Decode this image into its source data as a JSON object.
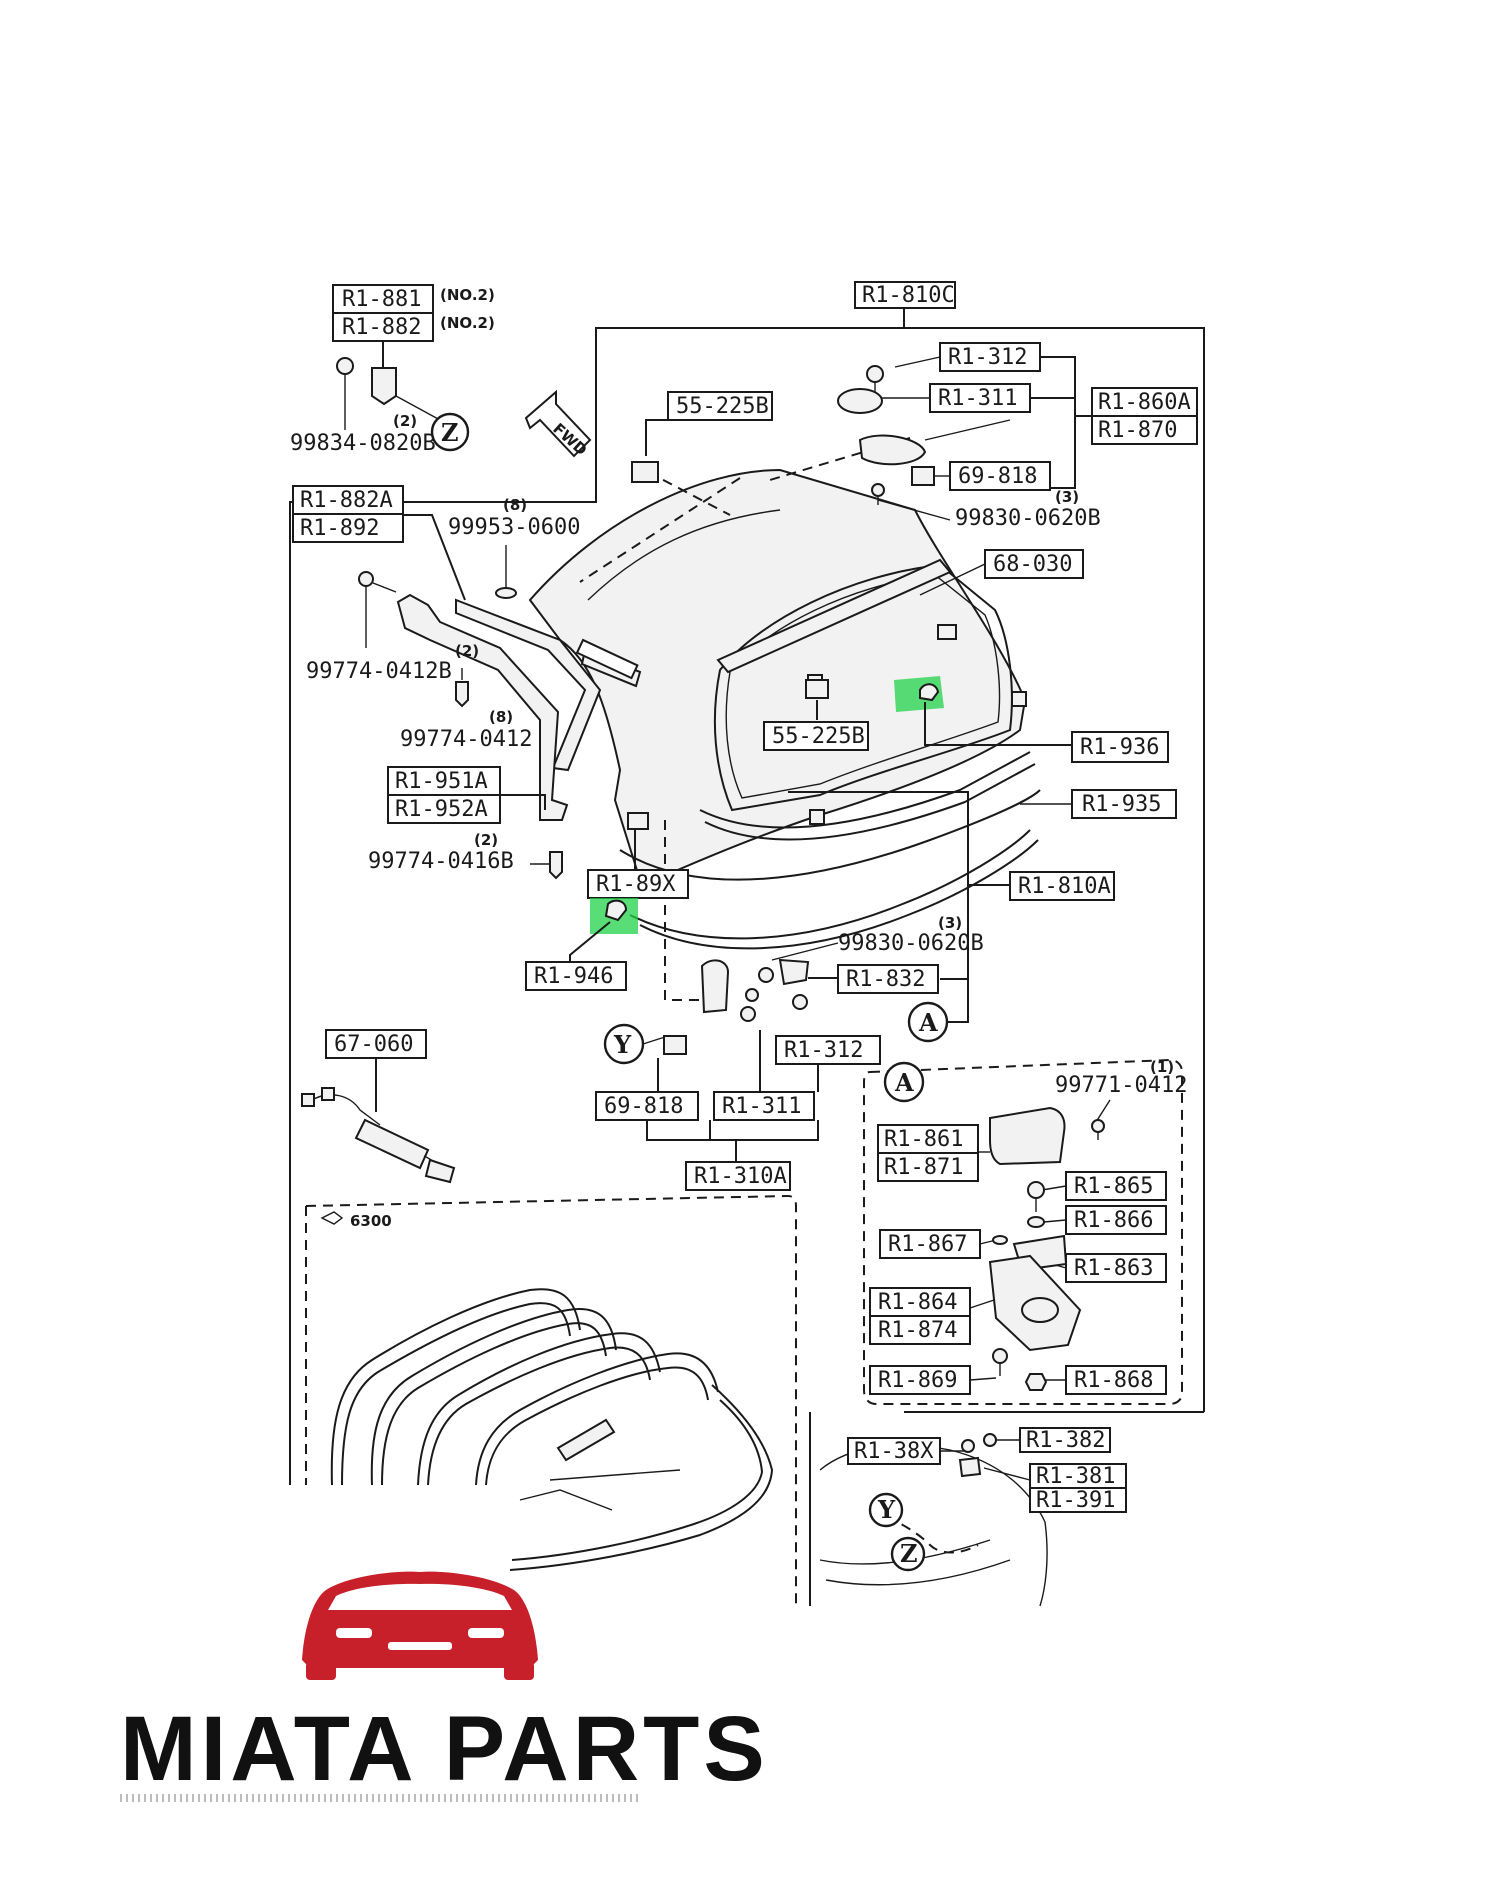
{
  "parts": {
    "r1_881": "R1-881",
    "r1_882": "R1-882",
    "no2_a": "(NO.2)",
    "no2_b": "(NO.2)",
    "r1_810c": "R1-810C",
    "r1_312_top": "R1-312",
    "r1_311_top": "R1-311",
    "r1_860a": "R1-860A",
    "r1_870": "R1-870",
    "p69_818_top": "69-818",
    "q3_top": "(3)",
    "p99830_top": "99830-0620B",
    "p55_225b_top": "55-225B",
    "p99834": "99834-0820B",
    "q2_z": "(2)",
    "r1_882a": "R1-882A",
    "r1_892": "R1-892",
    "q8_a": "(8)",
    "p99953": "99953-0600",
    "p68_030": "68-030",
    "q2_b": "(2)",
    "p99774_412b": "99774-0412B",
    "q8_b": "(8)",
    "p99774_0412": "99774-0412",
    "r1_951a": "R1-951A",
    "r1_952a": "R1-952A",
    "q2_c": "(2)",
    "p99774_416b": "99774-0416B",
    "p55_225b_mid": "55-225B",
    "r1_936": "R1-936",
    "r1_935": "R1-935",
    "r1_89x": "R1-89X",
    "r1_810a": "R1-810A",
    "q3_mid": "(3)",
    "p99830_mid": "99830-0620B",
    "r1_946": "R1-946",
    "r1_832": "R1-832",
    "r1_312_low": "R1-312",
    "p67_060": "67-060",
    "p69_818_low": "69-818",
    "r1_311_low": "R1-311",
    "r1_310a": "R1-310A",
    "q1": "(1)",
    "p99771": "99771-0412",
    "r1_861": "R1-861",
    "r1_871": "R1-871",
    "r1_865": "R1-865",
    "r1_866": "R1-866",
    "r1_867": "R1-867",
    "r1_863": "R1-863",
    "r1_864": "R1-864",
    "r1_874": "R1-874",
    "r1_869": "R1-869",
    "r1_868": "R1-868",
    "r1_38x": "R1-38X",
    "r1_382": "R1-382",
    "r1_381": "R1-381",
    "r1_391": "R1-391"
  },
  "refs": {
    "ref_6300": "6300",
    "fwd": "FWD",
    "circle_a": "A",
    "circle_a_detail": "A",
    "circle_y": "Y",
    "circle_y_inset": "Y",
    "circle_z": "Z",
    "circle_z_inset": "Z"
  },
  "brand": {
    "name": "MIATA PARTS",
    "logo_color": "#c8202a"
  },
  "highlight_color": "#22d24a"
}
